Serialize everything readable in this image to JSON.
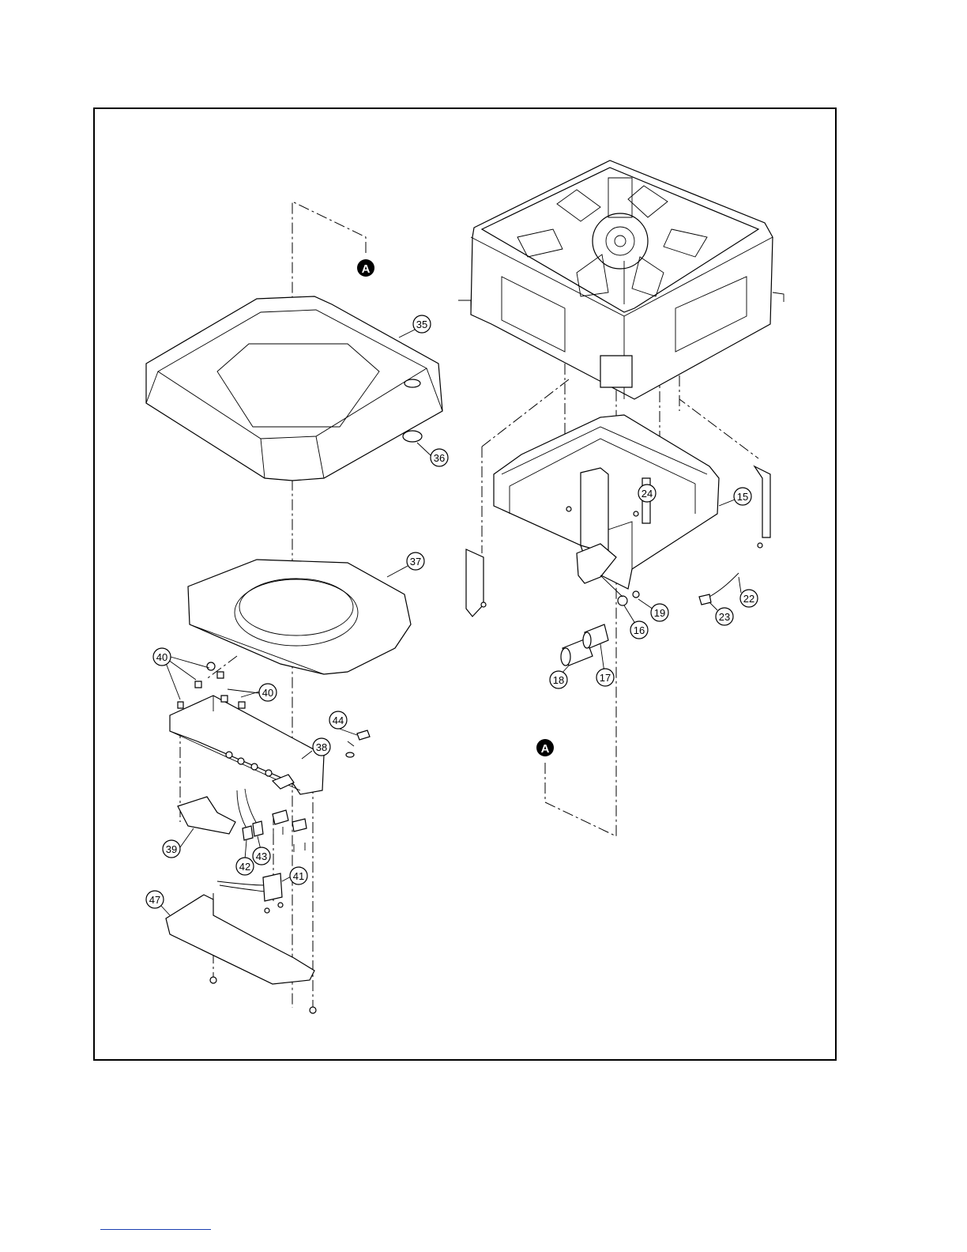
{
  "diagram": {
    "part_labels": [
      {
        "id": "35",
        "name": "part-35"
      },
      {
        "id": "36",
        "name": "part-36"
      },
      {
        "id": "37",
        "name": "part-37"
      },
      {
        "id": "40",
        "name": "part-40-a"
      },
      {
        "id": "40",
        "name": "part-40-b"
      },
      {
        "id": "44",
        "name": "part-44"
      },
      {
        "id": "38",
        "name": "part-38"
      },
      {
        "id": "39",
        "name": "part-39"
      },
      {
        "id": "42",
        "name": "part-42"
      },
      {
        "id": "43",
        "name": "part-43"
      },
      {
        "id": "41",
        "name": "part-41"
      },
      {
        "id": "47",
        "name": "part-47"
      },
      {
        "id": "24",
        "name": "part-24"
      },
      {
        "id": "15",
        "name": "part-15"
      },
      {
        "id": "19",
        "name": "part-19"
      },
      {
        "id": "16",
        "name": "part-16"
      },
      {
        "id": "22",
        "name": "part-22"
      },
      {
        "id": "23",
        "name": "part-23"
      },
      {
        "id": "18",
        "name": "part-18"
      },
      {
        "id": "17",
        "name": "part-17"
      }
    ],
    "reference_marks": [
      {
        "id": "A"
      },
      {
        "id": "A"
      }
    ]
  }
}
